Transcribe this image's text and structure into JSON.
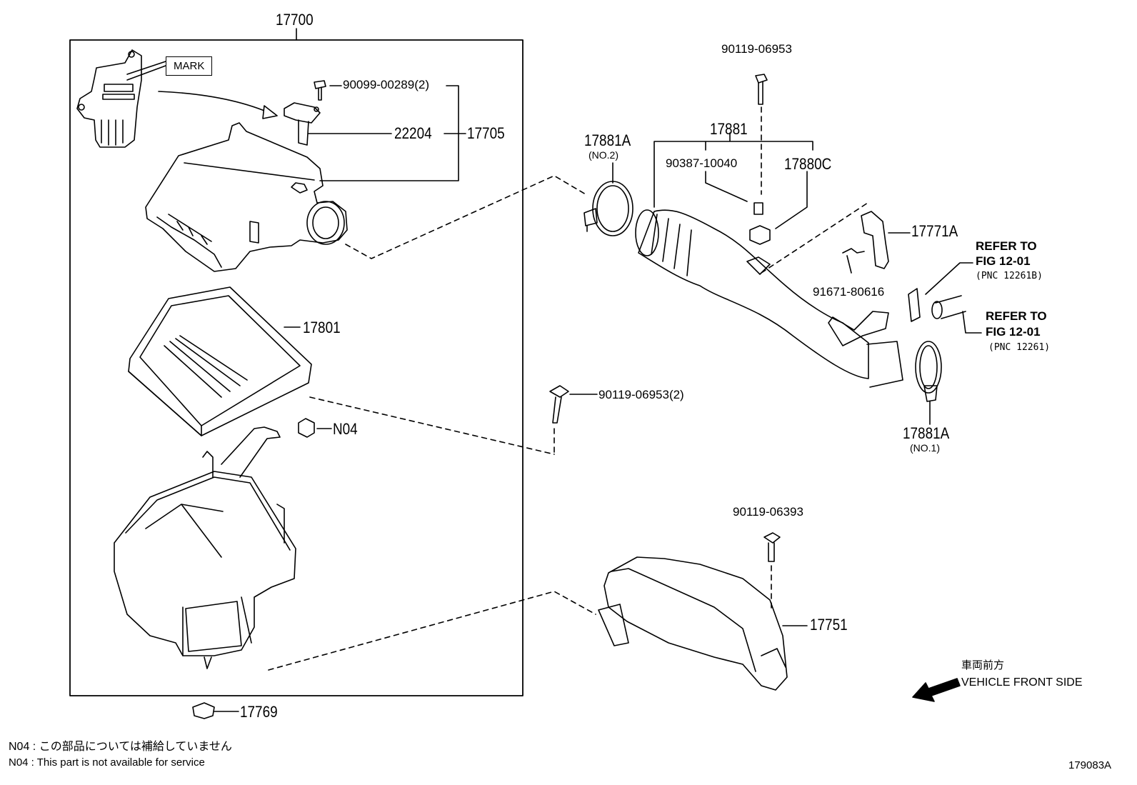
{
  "diagram": {
    "assembly": "17700",
    "mark_label": "MARK",
    "parts": {
      "p90099": "90099-00289(2)",
      "p22204": "22204",
      "p17705": "17705",
      "p17801": "17801",
      "n04": "N04",
      "p17769": "17769",
      "p90119a": "90119-06953",
      "p17881": "17881",
      "p17881A_top": "17881A",
      "p17881A_top_sub": "(NO.2)",
      "p90387": "90387-10040",
      "p17880C": "17880C",
      "p17771A": "17771A",
      "p91671": "91671-80616",
      "p90119b": "90119-06953(2)",
      "p17881A_bot": "17881A",
      "p17881A_bot_sub": "(NO.1)",
      "p90119c": "90119-06393",
      "p17751": "17751"
    },
    "refer1": {
      "line1": "REFER TO",
      "line2": "FIG 12-01",
      "line3": "(PNC 12261B)"
    },
    "refer2": {
      "line1": "REFER TO",
      "line2": "FIG 12-01",
      "line3": "(PNC 12261)"
    },
    "front": {
      "jp": "車両前方",
      "en": "VEHICLE FRONT SIDE"
    },
    "notes": [
      "N04 : この部品については補給していません",
      "N04 : This part is not available for service"
    ],
    "figure_id": "179083A"
  }
}
